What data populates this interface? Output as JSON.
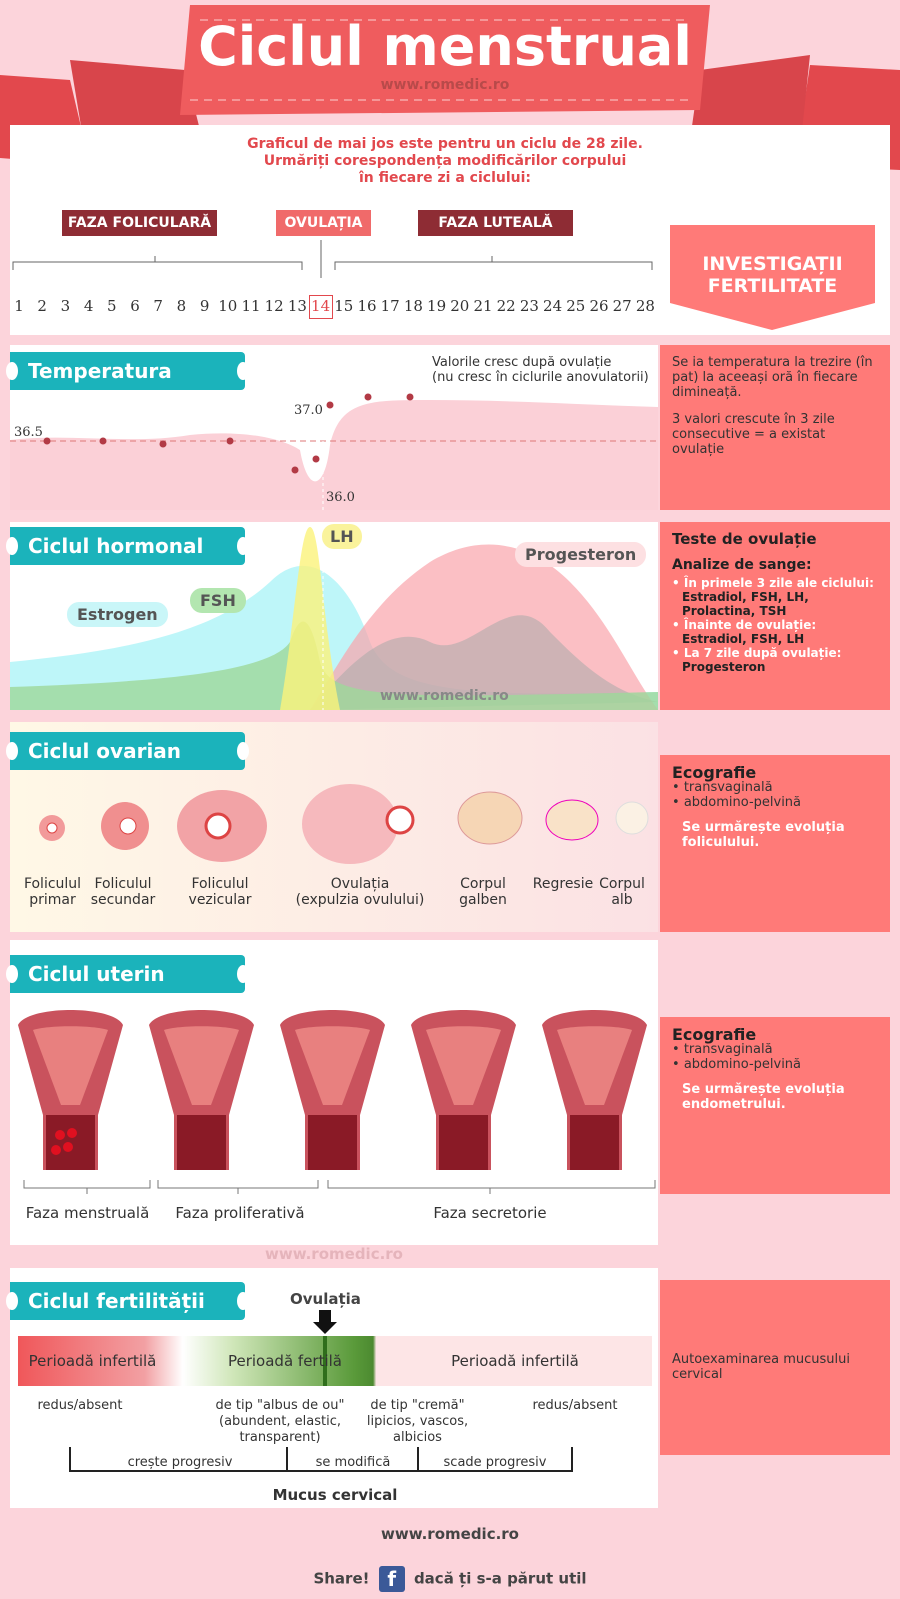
{
  "header": {
    "title": "Ciclul menstrual",
    "site": "www.romedic.ro",
    "intro_1": "Graficul de mai jos este pentru un ciclu de 28 zile.",
    "intro_2": "Urmăriți corespondența modificărilor corpului",
    "intro_3": "în fiecare zi a ciclului:"
  },
  "phases": {
    "follicular": "FAZA FOLICULARĂ",
    "ovulation": "OVULAȚIA",
    "luteal": "FAZA LUTEALĂ"
  },
  "days": [
    "1",
    "2",
    "3",
    "4",
    "5",
    "6",
    "7",
    "8",
    "9",
    "10",
    "11",
    "12",
    "13",
    "14",
    "15",
    "16",
    "17",
    "18",
    "19",
    "20",
    "21",
    "22",
    "23",
    "24",
    "25",
    "26",
    "27",
    "28"
  ],
  "fertility_tests": {
    "line1": "INVESTIGAȚII",
    "line2": "FERTILITATE"
  },
  "temperature": {
    "title": "Temperatura bazală",
    "note_1": "Valorile cresc după ovulație",
    "note_2": "(nu cresc în ciclurile anovulatorii)",
    "label_365": "36.5",
    "label_370": "37.0",
    "label_360": "36.0",
    "side_1": "Se ia temperatura la trezire (în pat) la aceeași oră în fiecare dimineață.",
    "side_2": "3 valori crescute în 3 zile consecutive = a existat ovulație"
  },
  "hormonal": {
    "title": "Ciclul hormonal",
    "estrogen": "Estrogen",
    "fsh": "FSH",
    "lh": "LH",
    "progesteron": "Progesteron",
    "watermark": "www.romedic.ro",
    "side_title": "Teste de ovulație",
    "side_sub": "Analize de sange:",
    "item1_a": "În primele 3 zile ale ciclului:",
    "item1_b": "Estradiol, FSH, LH, Prolactina, TSH",
    "item2_a": "Înainte de ovulație:",
    "item2_b": "Estradiol, FSH, LH",
    "item3_a": "La 7 zile după ovulație:",
    "item3_b": "Progesteron"
  },
  "ovarian": {
    "title": "Ciclul ovarian",
    "labels": [
      [
        "Foliculul",
        "primar"
      ],
      [
        "Foliculul",
        "secundar"
      ],
      [
        "Foliculul",
        "vezicular"
      ],
      [
        "Ovulația",
        "(expulzia ovulului)"
      ],
      [
        "Corpul",
        "galben"
      ],
      [
        "Regresie",
        ""
      ],
      [
        "Corpul",
        "alb"
      ]
    ],
    "side_title": "Ecografie",
    "side_b1": "transvaginală",
    "side_b2": "abdomino-pelvină",
    "side_note": "Se urmărește evoluția foliculului."
  },
  "uterine": {
    "title": "Ciclul uterin",
    "phase1": "Faza menstruală",
    "phase2": "Faza proliferativă",
    "phase3": "Faza secretorie",
    "side_title": "Ecografie",
    "side_b1": "transvaginală",
    "side_b2": "abdomino-pelvină",
    "side_note": "Se urmărește evoluția endometrului."
  },
  "watermark2": "www.romedic.ro",
  "fertility": {
    "title": "Ciclul fertilității",
    "ovulation": "Ovulația",
    "infertile1": "Perioadă infertilă",
    "fertile": "Perioadă fertilă",
    "infertile2": "Perioadă infertilă",
    "mucus1": "redus/absent",
    "mucus2_1": "de tip \"albus de ou\"",
    "mucus2_2": "(abundent, elastic,",
    "mucus2_3": "transparent)",
    "mucus3_1": "de tip \"cremă\"",
    "mucus3_2": "lipicios, vascos,",
    "mucus3_3": "albicios",
    "mucus4": "redus/absent",
    "grow": "crește progresiv",
    "change": "se modifică",
    "fall": "scade progresiv",
    "mucus_title": "Mucus cervical",
    "side": "Autoexaminarea mucusului cervical"
  },
  "footer": {
    "site": "www.romedic.ro",
    "share": "Share!",
    "share_text": "dacă ți s-a părut util"
  }
}
